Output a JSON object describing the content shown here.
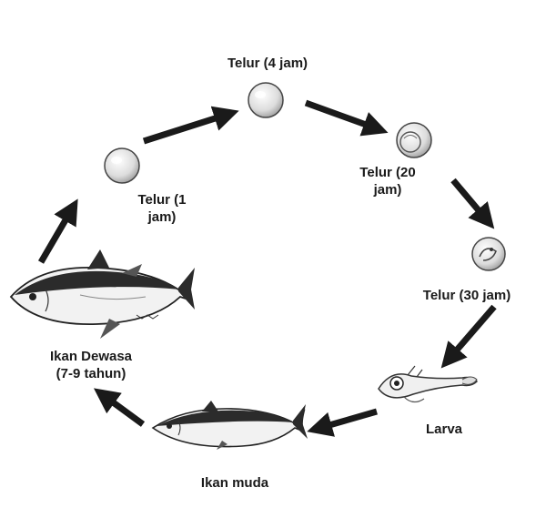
{
  "stages": {
    "egg_1h": {
      "line1": "Telur (1",
      "line2": "jam)"
    },
    "egg_4h": {
      "line1": "Telur (4 jam)"
    },
    "egg_20h": {
      "line1": "Telur (20",
      "line2": "jam)"
    },
    "egg_30h": {
      "line1": "Telur (30 jam)"
    },
    "larva": {
      "line1": "Larva"
    },
    "juvenile": {
      "line1": "Ikan muda"
    },
    "adult": {
      "line1": "Ikan Dewasa",
      "line2": "(7-9 tahun)"
    }
  },
  "colors": {
    "ink": "#1a1a1a",
    "egg_fill": "#e6e6e6",
    "fish_dark": "#2b2b2b",
    "fish_light": "#f2f2f2"
  }
}
